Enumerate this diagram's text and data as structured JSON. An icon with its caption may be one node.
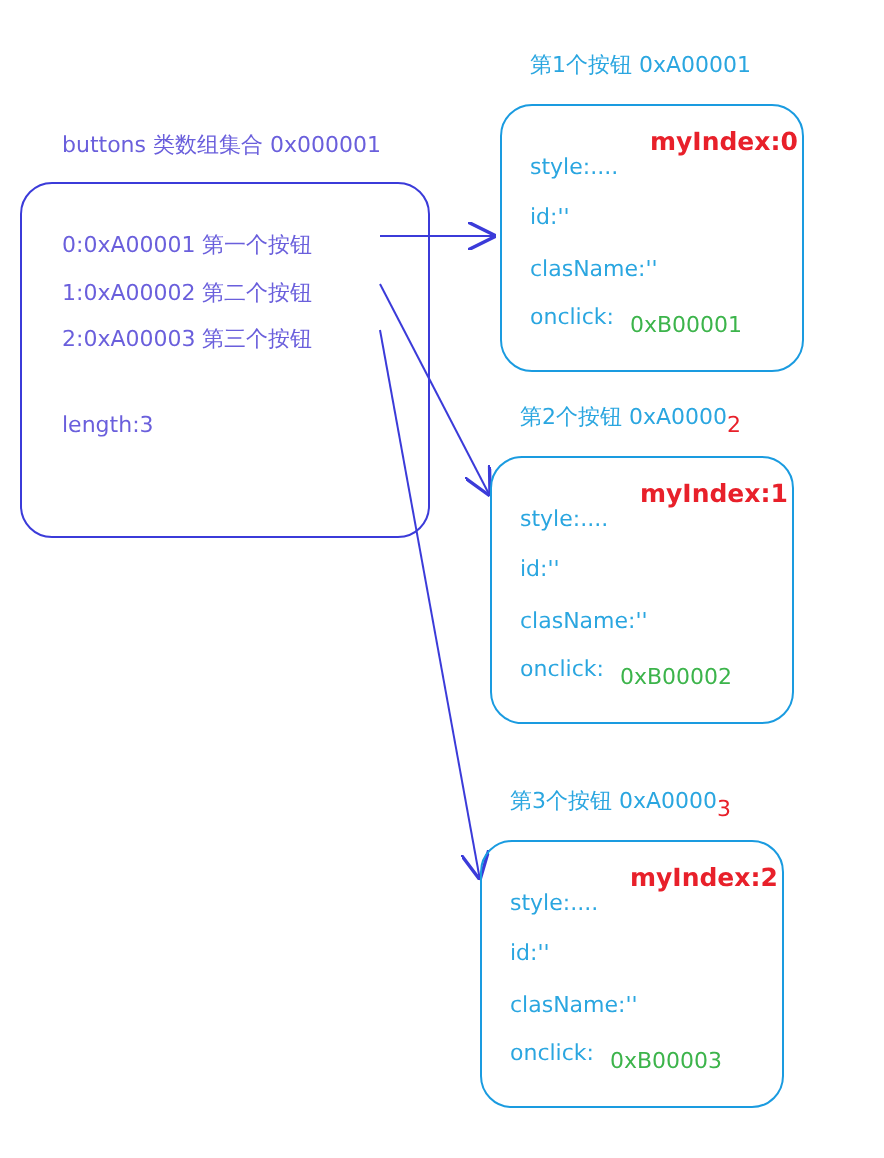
{
  "diagram": {
    "nodes": [
      {
        "text": [
          "buttons 类数组集合 0x000001",
          "length:3"
        ]
      },
      {
        "text": [
          "0:0xA00001 第一个按钮"
        ],
        "in": 0
      },
      {
        "text": [
          "1:0xA00002 第二个按钮"
        ],
        "in": 0
      },
      {
        "text": [
          "2:0xA00003 第三个按钮"
        ],
        "in": 0
      },
      {
        "text": [
          "第1个按钮 0xA00001",
          "myIndex:0",
          "style:....",
          "id:''",
          "clasName:''",
          "onclick:",
          "0xB00001"
        ]
      },
      {
        "text": [
          "第2个按钮 0xA0000$_{2}$",
          "myIndex:1",
          "style:....",
          "id:''",
          "clasName:''",
          "onclick:",
          "0xB00002"
        ]
      },
      {
        "text": [
          "第3个按钮 0xA0000$_{3}$",
          "myIndex:2",
          "style:....",
          "id:''",
          "clasName:''",
          "onclick:",
          "0xB00003"
        ]
      }
    ],
    "edges": [
      {
        "from": 1,
        "to": 4,
        "arrow": "to"
      },
      {
        "from": 2,
        "to": 5,
        "arrow": "to"
      },
      {
        "from": 3,
        "to": 6,
        "arrow": "to"
      }
    ]
  }
}
